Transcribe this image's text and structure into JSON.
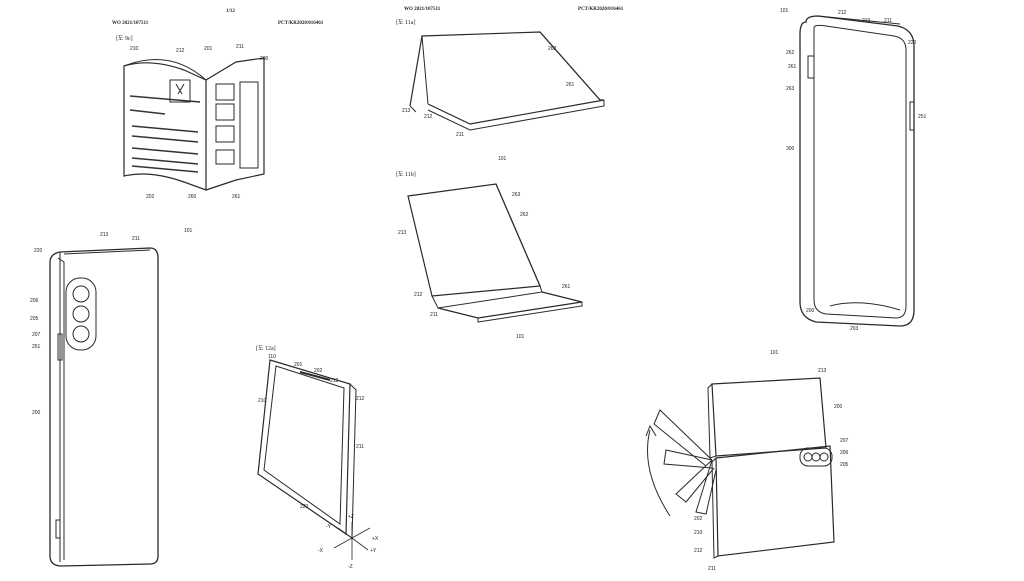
{
  "header_left": {
    "doc_number": "WO 2021/107511",
    "page_number": "1/12",
    "application_number": "PCT/KR2020/016461"
  },
  "header_right": {
    "doc_number": "WO 2021/107511",
    "application_number": "PCT/KR2020/016461"
  },
  "figures": {
    "fig_9c": "[도 9c]",
    "fig_11a": "[도 11a]",
    "fig_11b": "[도 11b]",
    "fig_12a": "[도 12a]"
  },
  "device_labels": [
    "101",
    "101",
    "101",
    "101",
    "101"
  ],
  "axis_labels": {
    "x_plus": "+X",
    "x_minus": "-X",
    "y_plus": "+Y",
    "y_minus": "-Y",
    "z_plus": "+Z",
    "z_minus": "-Z"
  },
  "refs": {
    "tl": [
      "210",
      "212",
      "201",
      "211",
      "200",
      "202",
      "260",
      "261"
    ],
    "tc": [
      "262",
      "261",
      "213",
      "212",
      "211"
    ],
    "mc": [
      "263",
      "262",
      "213",
      "212",
      "211",
      "261"
    ],
    "tr": [
      "212",
      "213",
      "211",
      "220",
      "262",
      "261",
      "263",
      "251",
      "300",
      "200",
      "203"
    ],
    "ml": [
      "220",
      "213",
      "211",
      "206",
      "205",
      "207",
      "251",
      "200"
    ],
    "bc": [
      "110",
      "201",
      "202",
      "210",
      "213",
      "212",
      "211",
      "220"
    ],
    "br": [
      "213",
      "200",
      "207",
      "206",
      "205",
      "202",
      "210",
      "212",
      "211"
    ]
  }
}
